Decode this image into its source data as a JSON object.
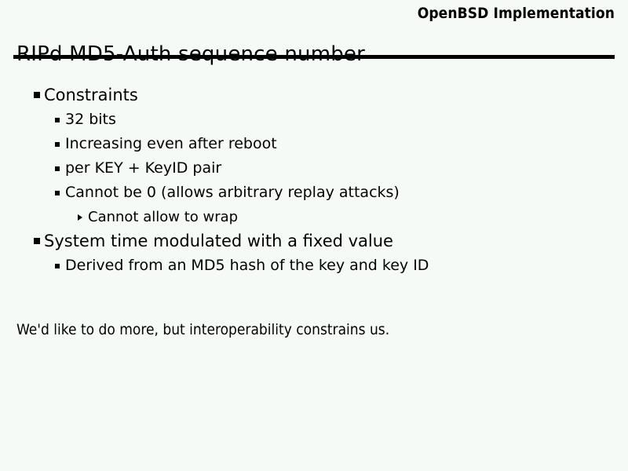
{
  "slide": {
    "kicker": "OpenBSD Implementation",
    "title": "RIPd MD5-Auth sequence number",
    "closing": "We'd like to do more, but interoperability constrains us.",
    "background_color": "#f6faf6",
    "text_color": "#000000",
    "rule_color": "#000000",
    "bullets": [
      {
        "level": 1,
        "text": "Constraints"
      },
      {
        "level": 2,
        "text": "32 bits"
      },
      {
        "level": 2,
        "text": "Increasing even after reboot"
      },
      {
        "level": 2,
        "text": "per KEY + KeyID pair"
      },
      {
        "level": 2,
        "text": "Cannot be 0 (allows arbitrary replay attacks)"
      },
      {
        "level": 3,
        "text": "Cannot allow to wrap"
      },
      {
        "level": 1,
        "text": "System time modulated with a fixed value"
      },
      {
        "level": 2,
        "text": "Derived from an MD5 hash of the key and key ID"
      }
    ],
    "markers": {
      "level1": "square-bullet",
      "level2": "small-square-bullet",
      "level3": "triangle-bullet"
    }
  }
}
